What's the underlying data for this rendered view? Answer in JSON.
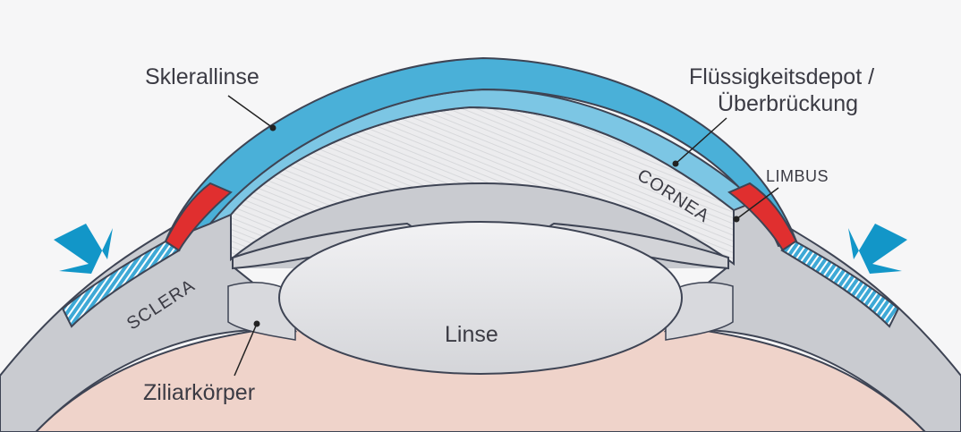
{
  "labels": {
    "sklerallinse": "Sklerallinse",
    "fluessigkeitsdepot": "Flüssigkeitsdepot /",
    "ueberbrueckung": "Überbrückung",
    "limbus": "LIMBUS",
    "cornea": "CORNEA",
    "sclera": "SCLERA",
    "linse": "Linse",
    "ziliarkoerper": "Ziliarkörper"
  },
  "colors": {
    "background": "#f6f6f7",
    "sclera_gray": "#c9cbd0",
    "outline": "#3e4454",
    "choroid_pink": "#efd3ca",
    "lens_blue": "#4ab0d8",
    "fluid_blue": "#7cc6e4",
    "limbus_red": "#e02f2f",
    "arrow_blue": "#1296c8",
    "crystalline_lens": "#dcdde0"
  },
  "icons": {
    "left_arrow": "arrow-down-right-icon",
    "right_arrow": "arrow-down-left-icon"
  }
}
